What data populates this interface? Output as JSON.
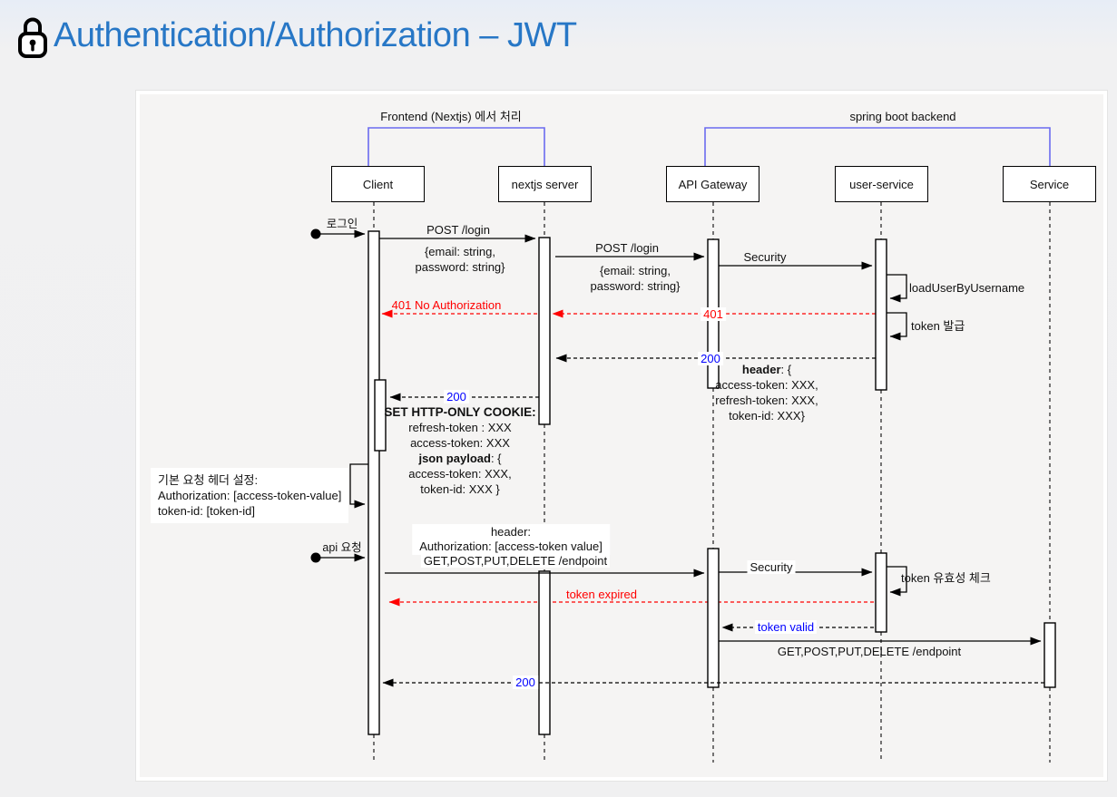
{
  "title": {
    "text": "Authentication/Authorization – JWT",
    "icon": "lock-icon"
  },
  "colors": {
    "title_blue": "#2777c6",
    "group_bracket_blue": "#6b6bf0",
    "error_red": "#ff0000",
    "status_blue": "#0000ff",
    "line_black": "#000000",
    "panel_bg": "#f5f4f3"
  },
  "groups": {
    "frontend": "Frontend (Nextjs) 에서 처리",
    "backend": "spring boot backend"
  },
  "participants": {
    "client": "Client",
    "nextjs": "nextjs server",
    "gateway": "API Gateway",
    "user_service": "user-service",
    "service": "Service"
  },
  "messages": {
    "login_trigger": "로그인",
    "post_login": "POST /login",
    "post_login_body1": "{email: string,",
    "post_login_body2": "password: string}",
    "post_login2": "POST /login",
    "post_login2_body1": "{email: string,",
    "post_login2_body2": "password: string}",
    "security1": "Security",
    "load_user": "loadUserByUsername",
    "code_401": "401",
    "token_issue": "token 발급",
    "code_200_gateway": "200",
    "no_auth_401": "401 No Authorization",
    "code_200_client": "200",
    "api_trigger": "api 요청",
    "get_endpoint1": "GET,POST,PUT,DELETE /endpoint",
    "security2": "Security",
    "token_check": "token 유효성 체크",
    "token_expired": "token expired",
    "token_valid": "token valid",
    "get_endpoint2": "GET,POST,PUT,DELETE /endpoint",
    "code_200_final": "200"
  },
  "blocks": {
    "header_response": {
      "bold": "header",
      "rest": ": {",
      "lines": [
        "access-token: XXX,",
        "refresh-token: XXX,",
        "token-id: XXX}"
      ]
    },
    "set_cookie": {
      "title": "SET HTTP-ONLY COOKIE:",
      "line1": "refresh-token : XXX",
      "line2": "access-token: XXX",
      "bold": "json payload",
      "rest": ": {",
      "line3": "access-token: XXX,",
      "line4": "token-id: XXX }"
    },
    "default_headers": {
      "line1": "기본 요청 헤더 설정:",
      "line2": "Authorization:  [access-token-value]",
      "line3": "token-id: [token-id]"
    },
    "request_header": {
      "line1": "header:",
      "line2": "Authorization: [access-token value]"
    }
  }
}
